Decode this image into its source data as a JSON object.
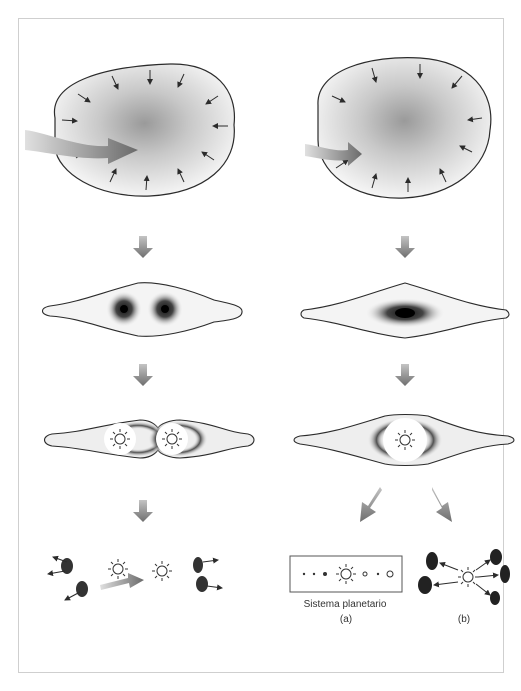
{
  "labels": {
    "planetary_system": "Sistema planetario",
    "caption_a": "(a)",
    "caption_b": "(b)"
  },
  "colors": {
    "outline": "#2b2b2b",
    "dust": "#555555",
    "core": "#111111",
    "flow_arrow": "#7a7a7a",
    "frame": "#cfcfcf"
  },
  "icons": {
    "protostar": "sun-symbol",
    "rotation": "curved-arrow",
    "collapse": "inward-arrows",
    "step": "down-arrow"
  }
}
